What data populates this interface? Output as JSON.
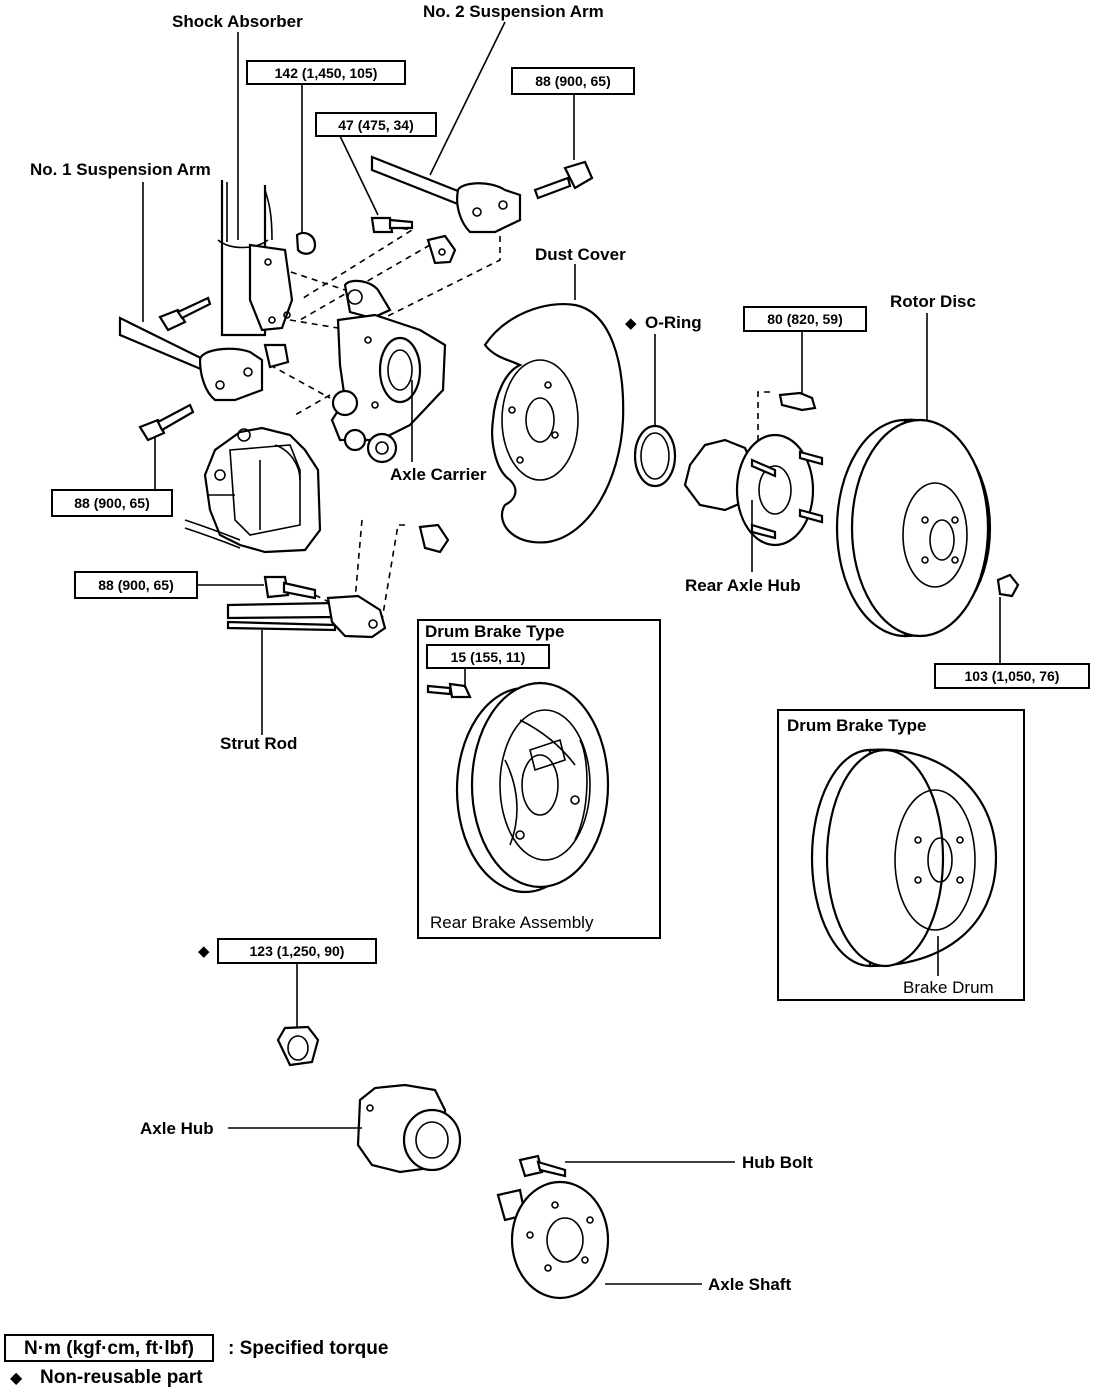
{
  "labels": {
    "shock_absorber": "Shock Absorber",
    "no2_suspension_arm": "No. 2 Suspension Arm",
    "no1_suspension_arm": "No. 1 Suspension Arm",
    "dust_cover": "Dust Cover",
    "o_ring": "O-Ring",
    "rotor_disc": "Rotor Disc",
    "axle_carrier": "Axle Carrier",
    "rear_axle_hub": "Rear Axle Hub",
    "strut_rod": "Strut Rod",
    "axle_hub": "Axle Hub",
    "hub_bolt": "Hub Bolt",
    "axle_shaft": "Axle Shaft"
  },
  "torques": {
    "t1": "142 (1,450, 105)",
    "t2": "47 (475, 34)",
    "t3": "88 (900, 65)",
    "t4": "88 (900, 65)",
    "t5": "88 (900, 65)",
    "t6": "80 (820, 59)",
    "t7": "103 (1,050, 76)",
    "t8": "15 (155, 11)",
    "t9": "123 (1,250, 90)"
  },
  "boxes": {
    "drum_brake_left_title": "Drum Brake Type",
    "drum_brake_left_caption": "Rear Brake Assembly",
    "drum_brake_right_title": "Drum Brake Type",
    "drum_brake_right_caption": "Brake Drum"
  },
  "legend": {
    "unit": "N·m (kgf·cm, ft·lbf)",
    "torque_desc": ":  Specified torque",
    "nonreusable_desc": "Non-reusable part"
  },
  "symbols": {
    "nonreusable": "◆"
  }
}
